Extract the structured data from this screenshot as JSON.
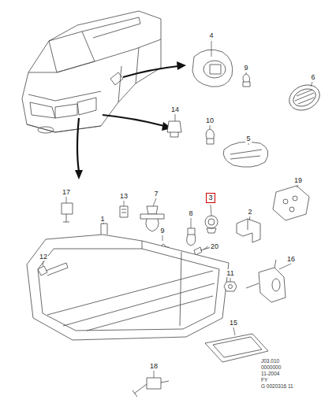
{
  "diagram": {
    "nodes": [
      {
        "text": [
          "3"
        ]
      }
    ],
    "edges": [],
    "labels": [
      "4",
      "9",
      "6",
      "14",
      "10",
      "5",
      "19",
      "17",
      "13",
      "7",
      "8",
      "2",
      "1",
      "9",
      "20",
      "12",
      "16",
      "11",
      "15",
      "18",
      "J03.010",
      "0000000",
      "11-2004",
      "FY",
      "G 0020316 11"
    ]
  }
}
